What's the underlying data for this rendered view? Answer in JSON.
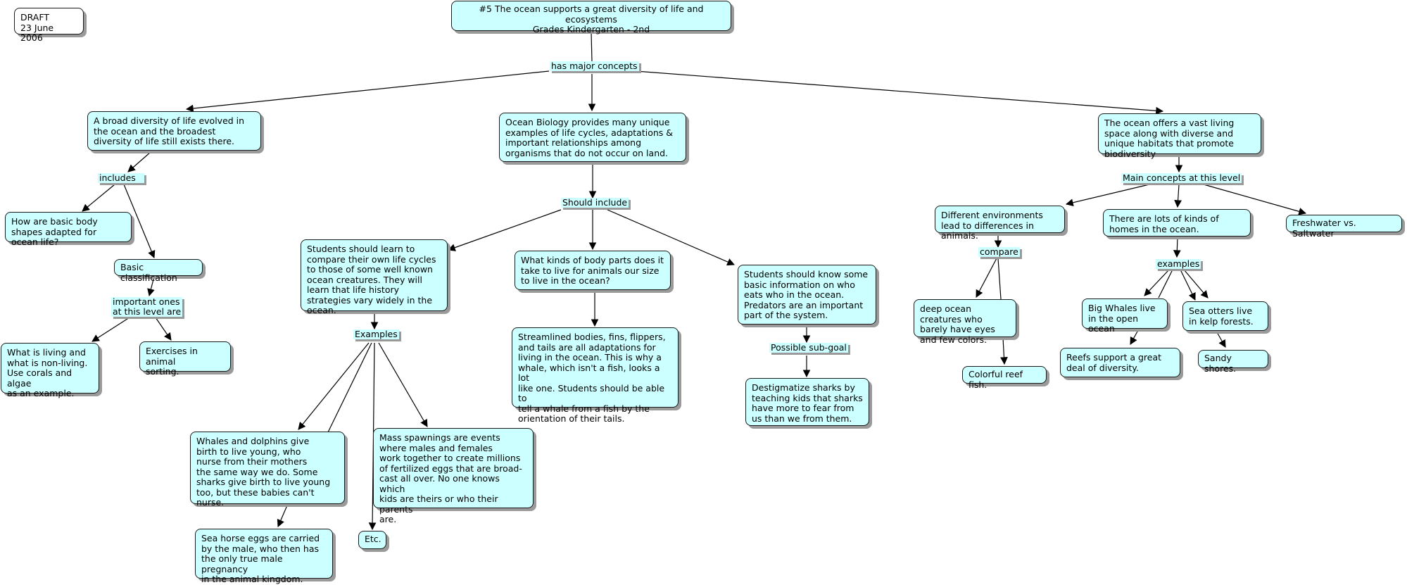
{
  "draft": {
    "label": "DRAFT\n23 June 2006"
  },
  "nodes": {
    "root": "#5 The ocean supports a great diversity of life and ecosystems\nGrades Kindergarten - 2nd",
    "broad": "A broad diversity of life evolved in the ocean and the broadest diversity of life still exists there.",
    "biology": "Ocean Biology provides many unique examples of life cycles, adaptations & important relationships among organisms that do not occur on land.",
    "space": "The ocean offers a vast living space along with diverse and unique habitats that promote biodiversity",
    "shapes": "How are basic body shapes adapted for ocean life?",
    "classification": "Basic classification",
    "living": "What is living and\nwhat is non-living.\nUse corals and algae\nas an example.",
    "exercises": "Exercises in animal\nsorting.",
    "lifecycles": "Students should learn to compare their own life cycles to those of some well known ocean creatures. They will learn that life history strategies vary widely in the ocean.",
    "bodyparts": "What kinds of body parts does it take to live for animals our size to live in the ocean?",
    "predators": "Students should know some basic information on who eats who in the ocean.  Predators are an important part of the system.",
    "whales": "Whales and dolphins give\nbirth to live young, who\nnurse from their mothers\nthe same way we do.  Some\nsharks give birth to live young\ntoo, but these babies can't nurse.",
    "spawnings": "Mass spawnings are events\nwhere males and females\nwork together to create millions\nof fertilized eggs that are broad-\ncast all over.  No one knows which\nkids are theirs or who their parents\nare.",
    "seahorse": "Sea horse eggs are carried\nby the male, who then has\nthe only true male pregnancy\nin the animal kingdom.",
    "etc": "Etc.",
    "streamlined": "Streamlined bodies, fins, flippers,\nand tails are all adaptations for\nliving in the ocean.  This is why a\nwhale, which isn't a fish, looks a lot\nlike one.  Students should be able to\ntell a whale from a fish by the\norientation of their tails.",
    "sharks": "Destigmatize sharks by teaching kids that sharks have more to fear from us than we from them.",
    "environments": "Different environments lead to differences in animals.",
    "homes": "There are lots of kinds of homes in the ocean.",
    "freshwater": "Freshwater vs. Saltwater",
    "deepocean": "deep ocean creatures who barely have eyes and few colors.",
    "reeffish": "Colorful reef fish.",
    "bigwhales": "Big Whales live in the open ocean",
    "seaotters": "Sea otters live in kelp forests.",
    "reefs": "Reefs support a great deal of diversity.",
    "sandy": "Sandy shores."
  },
  "links": {
    "major": "has major concepts",
    "includes": "includes",
    "important": "important ones\nat this level are",
    "should": "Should include",
    "examples": "Examples",
    "subgoal": "Possible sub-goal",
    "mainconcepts": "Main concepts at this level",
    "compare": "compare",
    "examples2": "examples"
  }
}
